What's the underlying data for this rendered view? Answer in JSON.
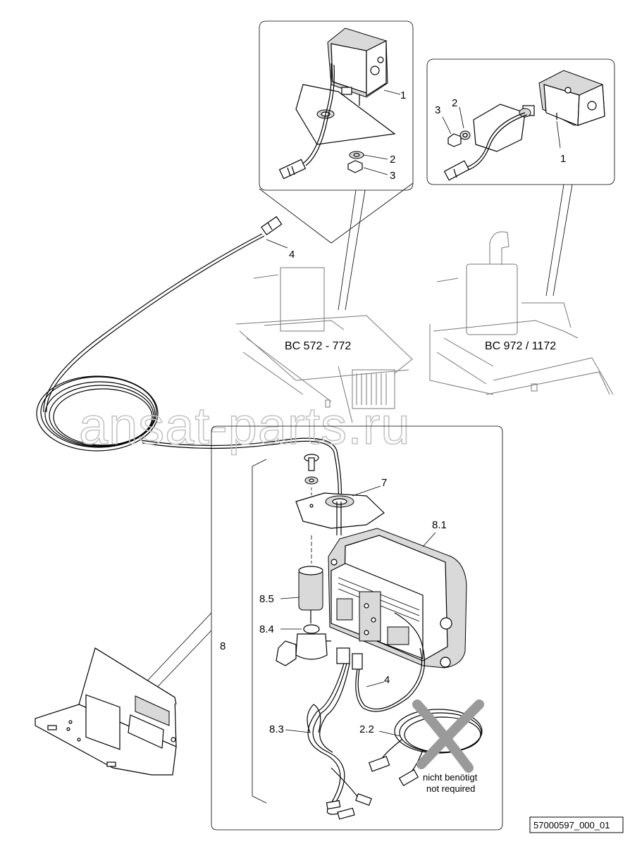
{
  "diagram": {
    "callouts": {
      "d1_part1": "1",
      "d1_part2": "2",
      "d1_part3": "3",
      "d2_part1": "1",
      "d2_part2": "2",
      "d2_part3": "3",
      "cable4_top": "4",
      "part7": "7",
      "part8_1": "8.1",
      "part8_5": "8.5",
      "part8_4": "8.4",
      "part8": "8",
      "cable4_bottom": "4",
      "part8_3": "8.3",
      "part2_2": "2.2"
    },
    "models": {
      "left": "BC 572 - 772",
      "right": "BC 972 / 1172"
    },
    "note": {
      "line1": "nicht benötigt",
      "line2": "not required"
    },
    "watermark": "ansat-parts.ru",
    "document_id": "57000597_000_01"
  }
}
